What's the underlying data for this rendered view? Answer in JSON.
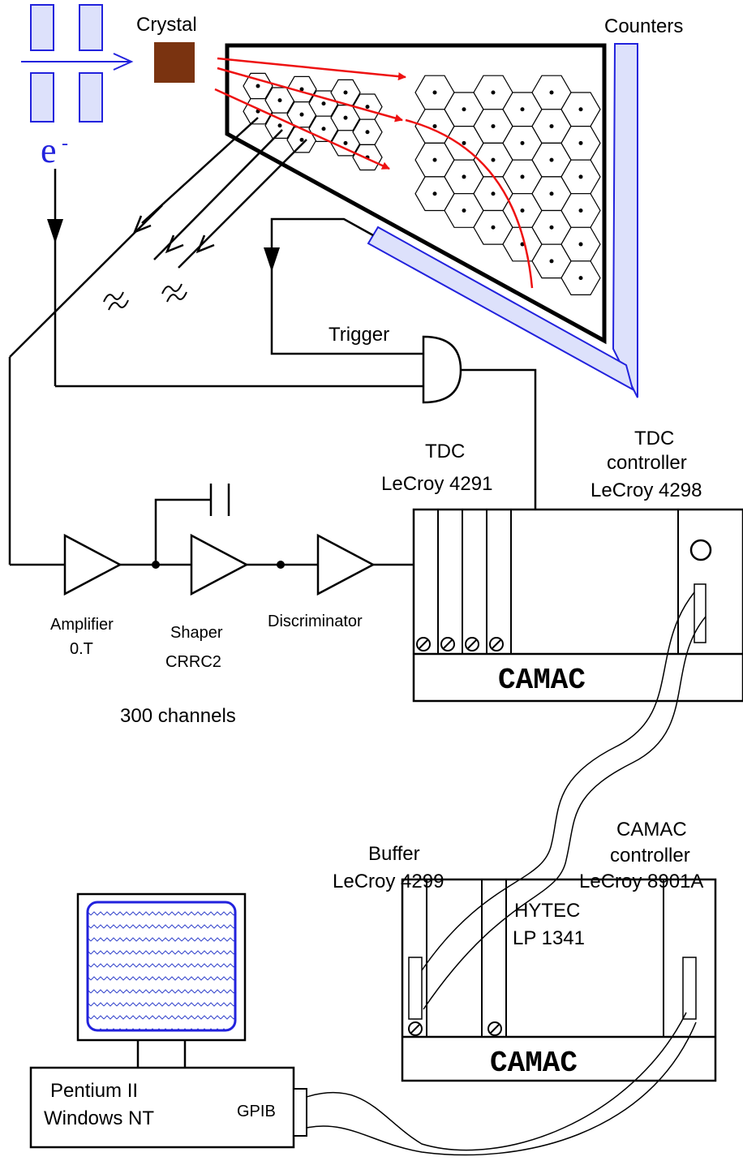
{
  "labels": {
    "crystal": "Crystal",
    "counters": "Counters",
    "electron": "e",
    "electron_sup": "-",
    "trigger": "Trigger",
    "tdc": "TDC",
    "tdc_model": "LeCroy 4291",
    "tdc_controller_1": "TDC",
    "tdc_controller_2": "controller",
    "tdc_controller_model": "LeCroy 4298",
    "amplifier": "Amplifier",
    "amplifier_model": "0.T",
    "shaper": "Shaper",
    "shaper_model": "CRRC2",
    "discriminator": "Discriminator",
    "channels": "300 channels",
    "camac_crate_1": "CAMAC",
    "camac_crate_2": "CAMAC",
    "buffer": "Buffer",
    "buffer_model": "LeCroy 4299",
    "camac_controller_1": "CAMAC",
    "camac_controller_2": "controller",
    "camac_controller_model": "LeCroy 8901A",
    "hytec": "HYTEC",
    "hytec_model": "LP 1341",
    "pc_1": "Pentium II",
    "pc_2": "Windows NT",
    "gpib": "GPIB"
  },
  "colors": {
    "beam": "#2222dd",
    "beam_fill": "#dde1fb",
    "crystal": "#7a3310",
    "particle": "#ee1111",
    "line": "#000000"
  }
}
